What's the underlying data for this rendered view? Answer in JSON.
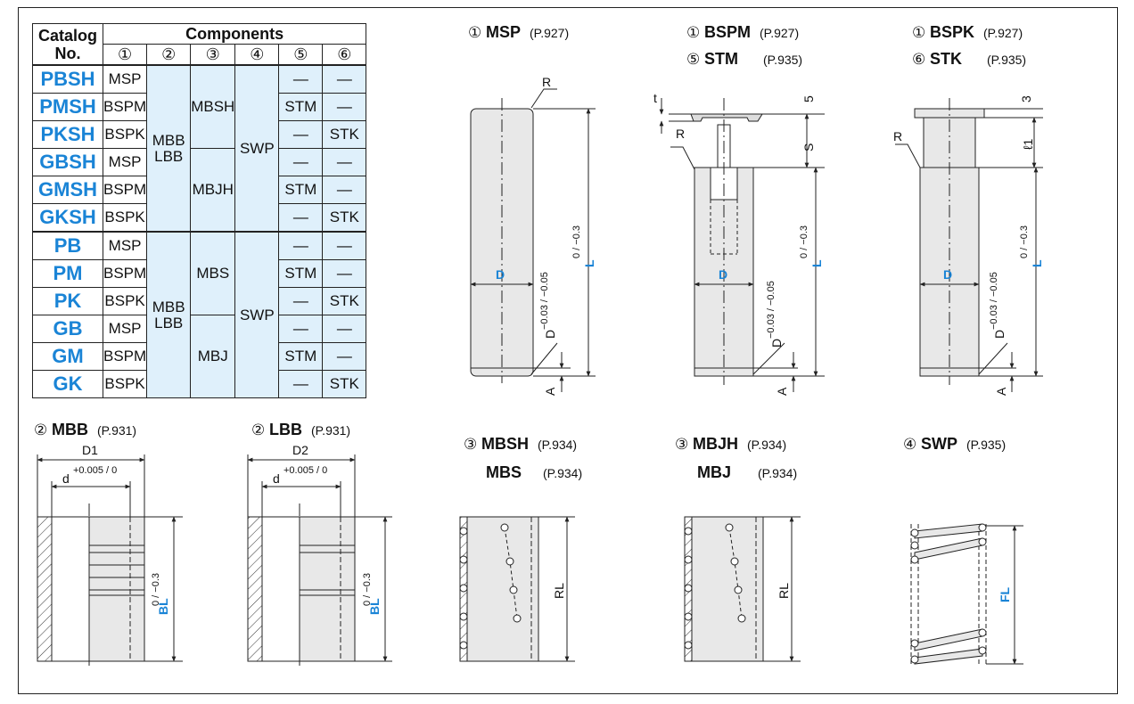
{
  "table": {
    "header": {
      "catalog": "Catalog No.",
      "catalog_line1": "Catalog",
      "catalog_line2": "No.",
      "components": "Components",
      "nums": [
        "①",
        "②",
        "③",
        "④",
        "⑤",
        "⑥"
      ]
    },
    "group1": {
      "rows": [
        {
          "cat": "PBSH",
          "c1": "MSP",
          "c5": "—",
          "c6": "—"
        },
        {
          "cat": "PMSH",
          "c1": "BSPM",
          "c5": "STM",
          "c6": "—"
        },
        {
          "cat": "PKSH",
          "c1": "BSPK",
          "c5": "—",
          "c6": "STK"
        },
        {
          "cat": "GBSH",
          "c1": "MSP",
          "c5": "—",
          "c6": "—"
        },
        {
          "cat": "GMSH",
          "c1": "BSPM",
          "c5": "STM",
          "c6": "—"
        },
        {
          "cat": "GKSH",
          "c1": "BSPK",
          "c5": "—",
          "c6": "STK"
        }
      ],
      "c2": "MBB\nLBB",
      "c3a": "MBSH",
      "c3b": "MBJH",
      "c4": "SWP"
    },
    "group2": {
      "rows": [
        {
          "cat": "PB",
          "c1": "MSP",
          "c5": "—",
          "c6": "—"
        },
        {
          "cat": "PM",
          "c1": "BSPM",
          "c5": "STM",
          "c6": "—"
        },
        {
          "cat": "PK",
          "c1": "BSPK",
          "c5": "—",
          "c6": "STK"
        },
        {
          "cat": "GB",
          "c1": "MSP",
          "c5": "—",
          "c6": "—"
        },
        {
          "cat": "GM",
          "c1": "BSPM",
          "c5": "STM",
          "c6": "—"
        },
        {
          "cat": "GK",
          "c1": "BSPK",
          "c5": "—",
          "c6": "STK"
        }
      ],
      "c2": "MBB\nLBB",
      "c3a": "MBS",
      "c3b": "MBJ",
      "c4": "SWP"
    }
  },
  "drawings": {
    "msp": {
      "num": "①",
      "name": "MSP",
      "ref": "(P.927)"
    },
    "bspm": {
      "num": "①",
      "name": "BSPM",
      "ref": "(P.927)",
      "num2": "⑤",
      "name2": "STM",
      "ref2": "(P.935)"
    },
    "bspk": {
      "num": "①",
      "name": "BSPK",
      "ref": "(P.927)",
      "num2": "⑥",
      "name2": "STK",
      "ref2": "(P.935)"
    },
    "mbb": {
      "num": "②",
      "name": "MBB",
      "ref": "(P.931)"
    },
    "lbb": {
      "num": "②",
      "name": "LBB",
      "ref": "(P.931)"
    },
    "mbsh": {
      "num": "③",
      "name": "MBSH",
      "ref": "(P.934)",
      "name2": "MBS",
      "ref2": "(P.934)"
    },
    "mbjh": {
      "num": "③",
      "name": "MBJH",
      "ref": "(P.934)",
      "name2": "MBJ",
      "ref2": "(P.934)"
    },
    "swp": {
      "num": "④",
      "name": "SWP",
      "ref": "(P.935)"
    }
  },
  "dims": {
    "R": "R",
    "D": "D",
    "L": "L",
    "A": "A",
    "t": "t",
    "S": "S",
    "five": "5",
    "three": "3",
    "l1": "ℓ1",
    "L_tol": "0 / −0.3",
    "D_tol": "−0.03 / −0.05",
    "D1": "D1",
    "D2": "D2",
    "d": "d",
    "d_tol": "+0.005 / 0",
    "BL": "BL",
    "BL_tol": "0 / −0.3",
    "RL": "RL",
    "FL": "FL"
  },
  "colors": {
    "accent": "#1a84d6",
    "fill": "#dff0fb",
    "part": "#e8e8e8"
  }
}
